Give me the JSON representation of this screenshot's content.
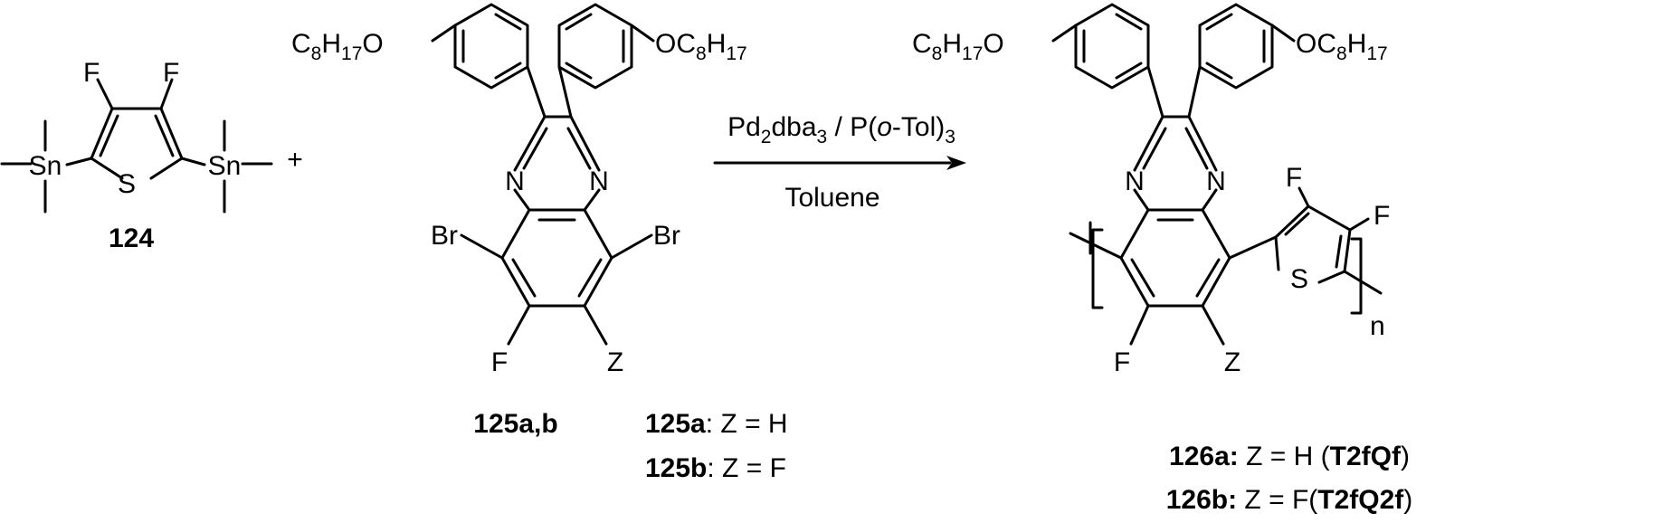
{
  "scheme": {
    "reactant_thiophene": {
      "label": "124",
      "atoms": {
        "F": "F",
        "S": "S",
        "Sn": "Sn"
      }
    },
    "plus_sign": "+",
    "reactant_quinoxaline": {
      "label": "125a,b",
      "atoms": {
        "N": "N",
        "Br": "Br",
        "F": "F",
        "Z": "Z"
      },
      "alkoxy_left": {
        "a": "C",
        "b": "8",
        "c": "H",
        "d": "17",
        "e": "O"
      },
      "alkoxy_right": {
        "a": "OC",
        "b": "8",
        "c": "H",
        "d": "17"
      },
      "variants": [
        {
          "id": "125a",
          "text": ": Z = H"
        },
        {
          "id": "125b",
          "text": ": Z = F"
        }
      ]
    },
    "conditions": {
      "catalyst": {
        "a": "Pd",
        "b": "2",
        "c": "dba",
        "d": "3",
        "e": " / P(",
        "f": "o",
        "g": "-Tol)",
        "h": "3"
      },
      "solvent": "Toluene"
    },
    "product": {
      "atoms": {
        "N": "N",
        "F": "F",
        "S": "S",
        "Z": "Z",
        "n": "n"
      },
      "alkoxy_left": {
        "a": "C",
        "b": "8",
        "c": "H",
        "d": "17",
        "e": "O"
      },
      "alkoxy_right": {
        "a": "OC",
        "b": "8",
        "c": "H",
        "d": "17"
      },
      "variants": [
        {
          "id": "126a:",
          "text": " Z = H (",
          "name": "T2fQf",
          "close": ")"
        },
        {
          "id": "126b:",
          "text": " Z = F(",
          "name": "T2fQ2f",
          "close": ")"
        }
      ]
    }
  }
}
